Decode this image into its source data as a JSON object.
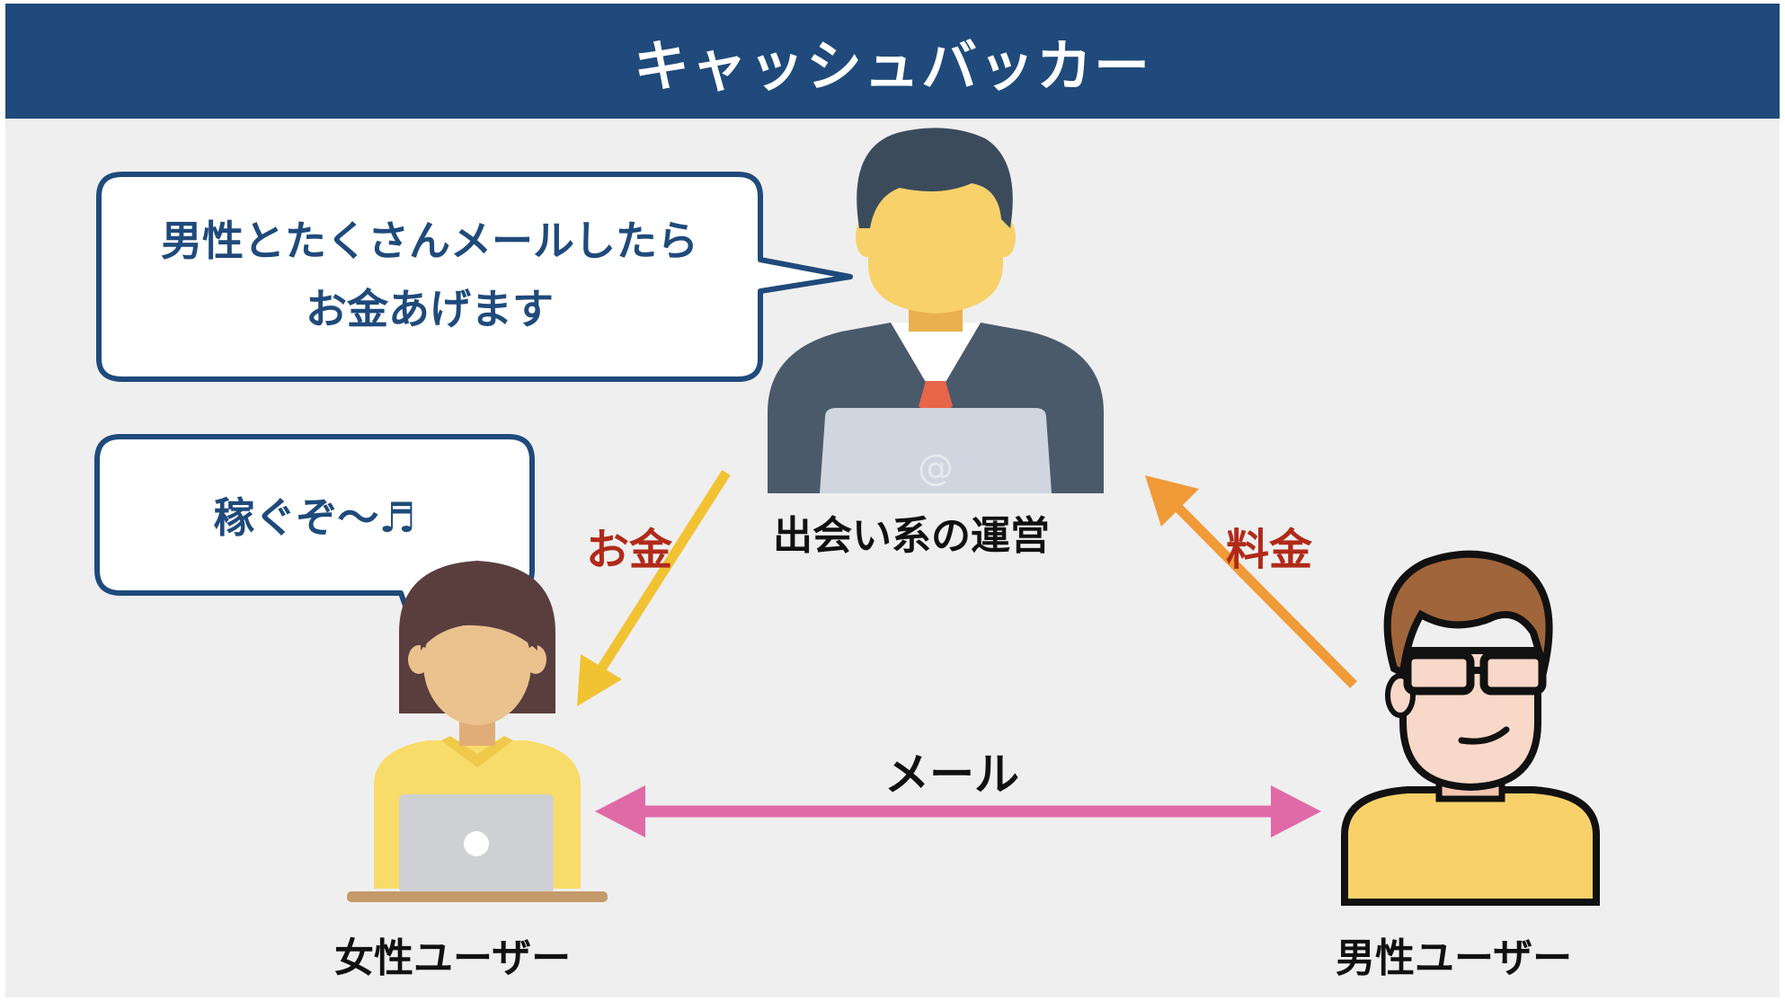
{
  "header": {
    "title": "キャッシュバッカー"
  },
  "nodes": {
    "operator": {
      "label": "出会い系の運営"
    },
    "female": {
      "label": "女性ユーザー"
    },
    "male": {
      "label": "男性ユーザー"
    }
  },
  "bubbles": {
    "operator": {
      "line1": "男性とたくさんメールしたら",
      "line2": "お金あげます"
    },
    "female": {
      "text": "稼ぐぞ〜♬"
    }
  },
  "edges": {
    "money": {
      "label": "お金"
    },
    "fee": {
      "label": "料金"
    },
    "mail": {
      "label": "メール"
    }
  },
  "colors": {
    "header": "#1f4a7b",
    "bubble_border": "#1f4a7b",
    "money_arrow": "#f1c232",
    "fee_arrow": "#f09a38",
    "mail_arrow": "#e06aa8",
    "edge_label": "#b02a1a"
  }
}
